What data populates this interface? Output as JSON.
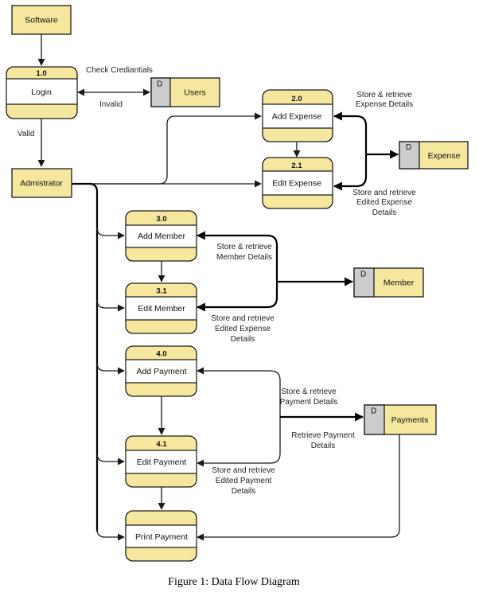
{
  "entities": {
    "software": "Software",
    "admin": "Admistrator"
  },
  "processes": [
    {
      "id": "1.0",
      "name": "Login"
    },
    {
      "id": "2.0",
      "name": "Add Expense"
    },
    {
      "id": "2.1",
      "name": "Edit Expense"
    },
    {
      "id": "3.0",
      "name": "Add Member"
    },
    {
      "id": "3.1",
      "name": "Edit Member"
    },
    {
      "id": "4.0",
      "name": "Add Payment"
    },
    {
      "id": "4.1",
      "name": "Edit Payment"
    },
    {
      "id": "",
      "name": "Print Payment"
    }
  ],
  "stores": [
    {
      "marker": "D",
      "name": "Users"
    },
    {
      "marker": "D",
      "name": "Expense"
    },
    {
      "marker": "D",
      "name": "Member"
    },
    {
      "marker": "D",
      "name": "Payments"
    }
  ],
  "flows": {
    "check_credentials": "Check Crediantials",
    "invalid": "Invalid",
    "valid": "Valid",
    "exp_store_1": "Store & retrieve",
    "exp_store_2": "Expense Details",
    "exp_edit_1": "Store and retrieve",
    "exp_edit_2": "Edited Expense",
    "exp_edit_3": "Details",
    "mem_store_1": "Store & retrieve",
    "mem_store_2": "Member Details",
    "mem_edit_1": "Store and retrieve",
    "mem_edit_2": "Edited Expense",
    "mem_edit_3": "Details",
    "pay_store_1": "Store & retrieve",
    "pay_store_2": "Payment Details",
    "pay_retrieve_1": "Retrieve Payment",
    "pay_retrieve_2": "Details",
    "pay_edit_1": "Store and retrieve",
    "pay_edit_2": "Edited Payment",
    "pay_edit_3": "Details"
  },
  "caption": "Figure 1: Data Flow Diagram",
  "colors": {
    "fill": "#f5e79e",
    "store_marker": "#cccccc",
    "stroke": "#1a1a1a"
  }
}
